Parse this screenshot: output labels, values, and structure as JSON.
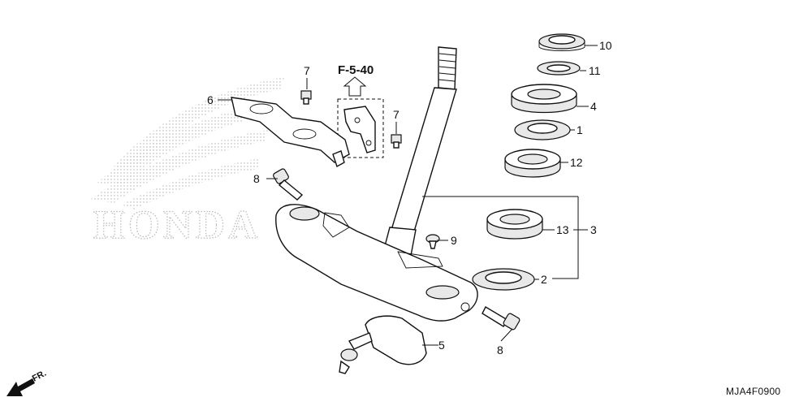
{
  "diagram": {
    "reference": "F-5-40",
    "watermark": "HONDA",
    "front_indicator": "FR.",
    "diagram_code": "MJA4F0900",
    "callouts": [
      {
        "id": "c10",
        "label": "10"
      },
      {
        "id": "c11",
        "label": "11"
      },
      {
        "id": "c4",
        "label": "4"
      },
      {
        "id": "c1",
        "label": "1"
      },
      {
        "id": "c12",
        "label": "12"
      },
      {
        "id": "c13",
        "label": "13"
      },
      {
        "id": "c3",
        "label": "3"
      },
      {
        "id": "c2",
        "label": "2"
      },
      {
        "id": "c9",
        "label": "9"
      },
      {
        "id": "c5",
        "label": "5"
      },
      {
        "id": "c8a",
        "label": "8"
      },
      {
        "id": "c8b",
        "label": "8"
      },
      {
        "id": "c7a",
        "label": "7"
      },
      {
        "id": "c7b",
        "label": "7"
      },
      {
        "id": "c6",
        "label": "6"
      }
    ]
  }
}
